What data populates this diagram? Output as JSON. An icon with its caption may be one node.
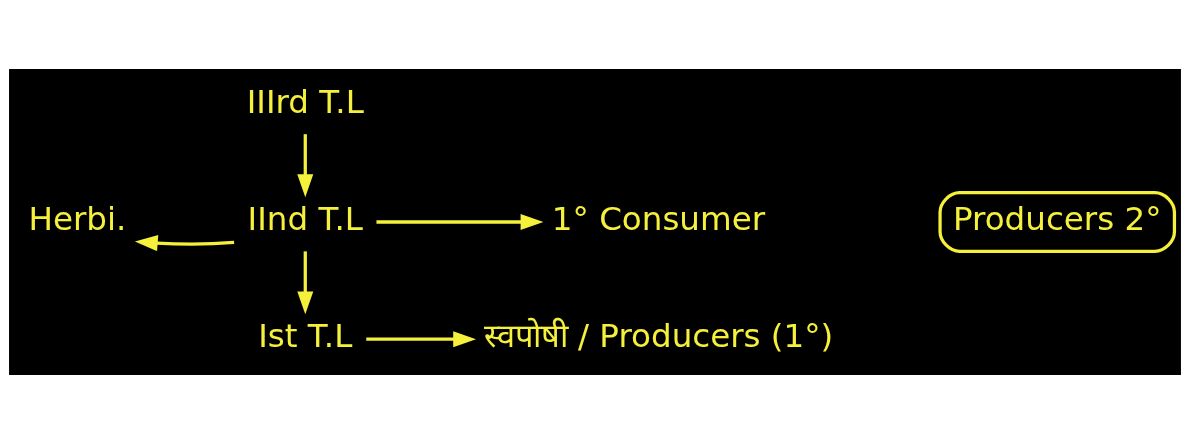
{
  "diagram": {
    "nodes": [
      {
        "text": [
          "IIIrd T.L"
        ]
      },
      {
        "text": [
          "Herbi."
        ]
      },
      {
        "text": [
          "IInd T.L"
        ]
      },
      {
        "text": [
          "1° Consumer"
        ]
      },
      {
        "text": [
          "Producers 2°"
        ]
      },
      {
        "text": [
          "Ist T.L"
        ]
      },
      {
        "text": [
          "स्वपोषी / Producers (1°)"
        ]
      }
    ],
    "edges": [
      {
        "from": 0,
        "to": 2,
        "arrow": "to"
      },
      {
        "from": 2,
        "to": 1,
        "arrow": "to"
      },
      {
        "from": 2,
        "to": 3,
        "arrow": "to"
      },
      {
        "from": 2,
        "to": 5,
        "arrow": "to"
      },
      {
        "from": 5,
        "to": 6,
        "arrow": "to"
      }
    ]
  }
}
